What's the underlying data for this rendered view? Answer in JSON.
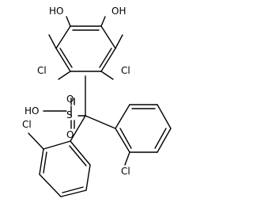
{
  "molecule": {
    "labels": {
      "oh_left": "HO",
      "oh_right": "OH",
      "cl_ring_left": "Cl",
      "cl_ring_right": "Cl",
      "sulfonic_ho": "HO",
      "s_atom": "S",
      "o_top": "O",
      "o_bottom": "O",
      "cl_lower_left": "Cl",
      "cl_lower_right": "Cl"
    },
    "colors": {
      "ink": "#000000",
      "background": "#ffffff"
    }
  }
}
